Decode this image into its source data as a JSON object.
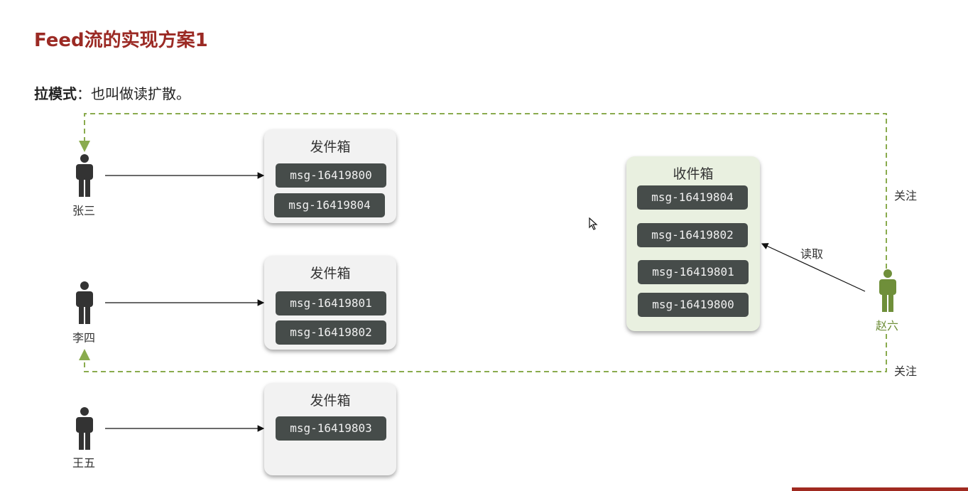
{
  "title": "Feed流的实现方案1",
  "subtitle": {
    "bold": "拉模式",
    "rest": "：也叫做读扩散。"
  },
  "users": [
    {
      "name": "张三"
    },
    {
      "name": "李四"
    },
    {
      "name": "王五"
    }
  ],
  "reader": {
    "name": "赵六"
  },
  "outboxes": [
    {
      "title": "发件箱",
      "messages": [
        "msg-16419800",
        "msg-16419804"
      ]
    },
    {
      "title": "发件箱",
      "messages": [
        "msg-16419801",
        "msg-16419802"
      ]
    },
    {
      "title": "发件箱",
      "messages": [
        "msg-16419803"
      ]
    }
  ],
  "inbox": {
    "title": "收件箱",
    "messages": [
      "msg-16419804",
      "msg-16419802",
      "msg-16419801",
      "msg-16419800"
    ]
  },
  "labels": {
    "follow_top": "关注",
    "follow_bottom": "关注",
    "read": "读取"
  },
  "colors": {
    "title": "#9b2a24",
    "follow_line": "#8aab4e",
    "reader": "#6f8f3a",
    "message_bg": "#464c4a"
  }
}
